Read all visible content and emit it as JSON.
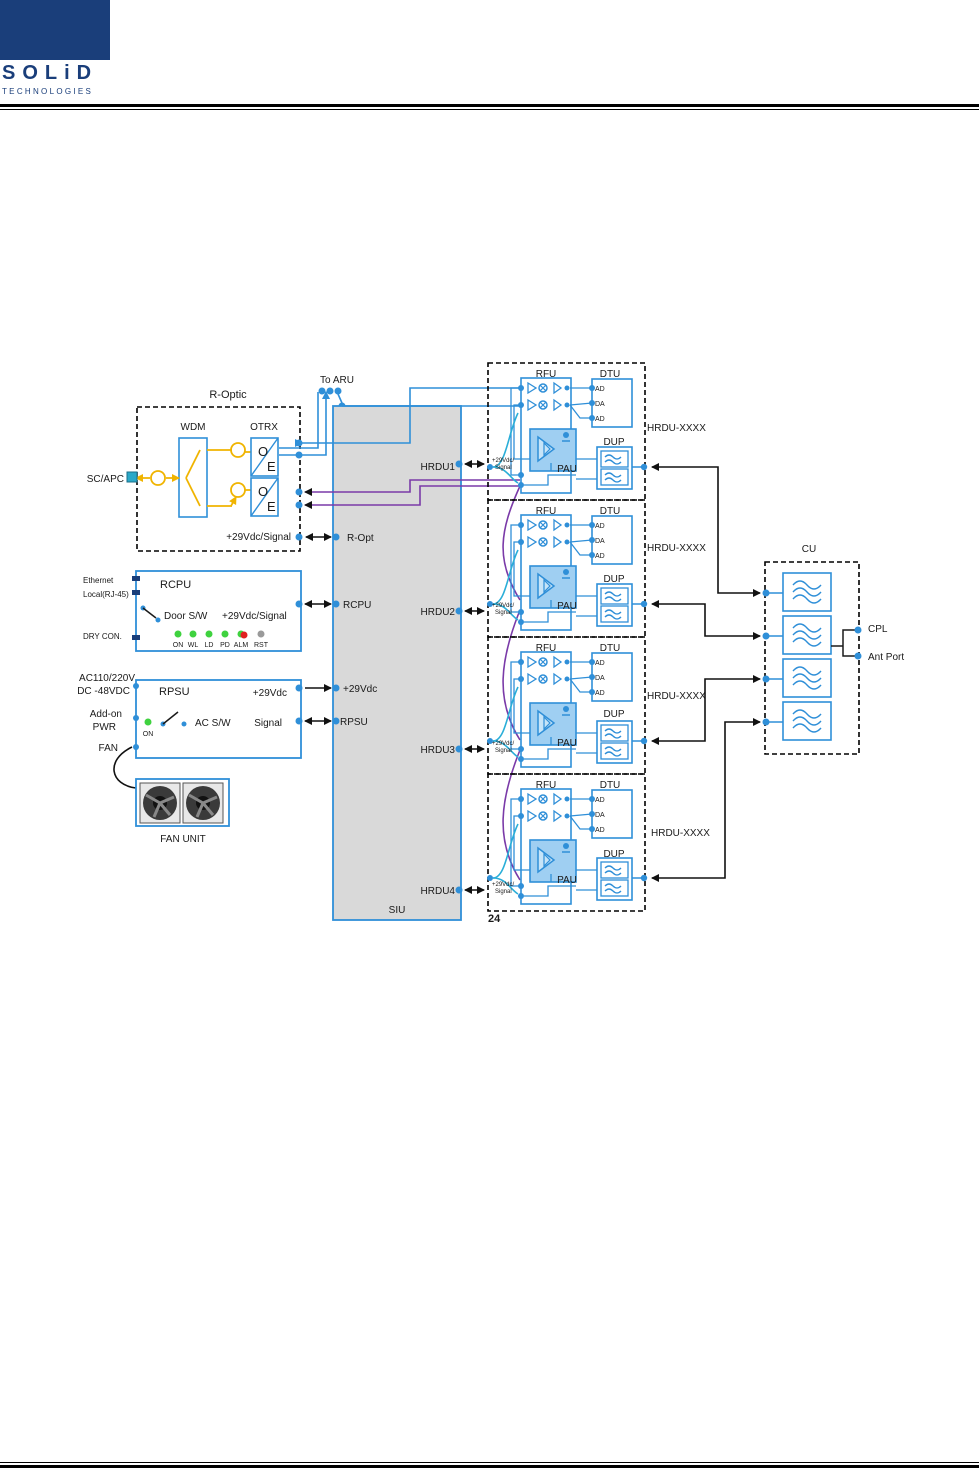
{
  "header": {
    "logo_name": "SOLiD",
    "logo_sub": "TECHNOLOGIES"
  },
  "colors": {
    "brand": "#1a3e7a",
    "module_blue": "#2f8fd8",
    "optic_yellow": "#f0b400",
    "signal_purple": "#7a3aa8",
    "siu_fill": "#d9d9d9",
    "led_green": "#3fd23f",
    "led_red": "#e02020",
    "led_gray": "#9a9a9a"
  },
  "diagram": {
    "r_optic": {
      "title": "R-Optic",
      "wdm": "WDM",
      "otrx": "OTRX",
      "o1": "O",
      "e1": "E",
      "o2": "O",
      "e2": "E",
      "sc_apc": "SC/APC",
      "power": "+29Vdc/Signal"
    },
    "to_aru": "To ARU",
    "rcpu": {
      "title": "RCPU",
      "ethernet": "Ethernet",
      "local": "Local(RJ-45)",
      "dry": "DRY CON.",
      "door": "Door S/W",
      "power": "+29Vdc/Signal",
      "leds": [
        "ON",
        "WL",
        "LD",
        "PD",
        "ALM",
        "RST"
      ]
    },
    "rpsu": {
      "title": "RPSU",
      "ac_in_1": "AC110/220V",
      "ac_in_2": "DC -48VDC",
      "addon_1": "Add-on",
      "addon_2": "PWR",
      "fan": "FAN",
      "v29": "+29Vdc",
      "signal": "Signal",
      "acsw": "AC S/W",
      "on": "ON"
    },
    "fan_unit": "FAN UNIT",
    "siu": {
      "title": "SIU",
      "r_opt": "R-Opt",
      "rcpu": "RCPU",
      "v29": "+29Vdc",
      "rpsu": "RPSU",
      "hrdu_ports": [
        "HRDU1",
        "HRDU2",
        "HRDU3",
        "HRDU4"
      ]
    },
    "hrdu": {
      "label": "HRDU-XXXX",
      "rfu": "RFU",
      "dtu": "DTU",
      "dtu_ports": [
        "AD",
        "DA",
        "AD"
      ],
      "dup": "DUP",
      "pau": "PAU",
      "sig1": "+29Vdc/",
      "sig2": "Signal",
      "slot_number": "24"
    },
    "cu": {
      "title": "CU",
      "cpl": "CPL",
      "ant": "Ant Port"
    }
  }
}
